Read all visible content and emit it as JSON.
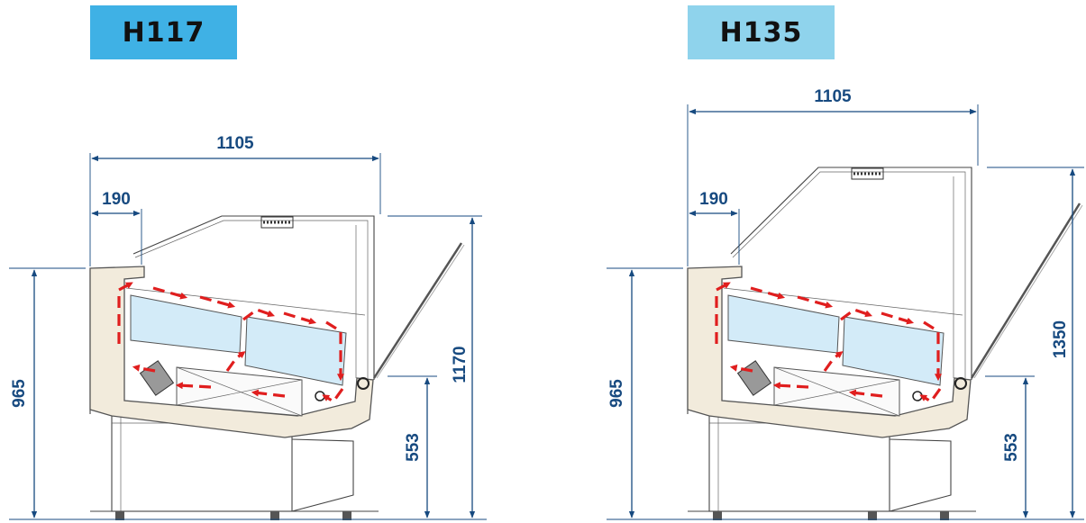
{
  "models": [
    {
      "label": "H117",
      "badge_color": "#3fb1e5",
      "dimensions": {
        "width": "1105",
        "rear_depth": "190",
        "counter_height": "965",
        "total_height": "1170",
        "front_height": "553"
      }
    },
    {
      "label": "H135",
      "badge_color": "#8fd3ec",
      "dimensions": {
        "width": "1105",
        "rear_depth": "190",
        "counter_height": "965",
        "total_height": "1350",
        "front_height": "553"
      }
    }
  ],
  "colors": {
    "dimension": "#174a80",
    "airflow": "#e01e1e",
    "body": "#f2ebdc",
    "glass": "#d3ebf8"
  }
}
